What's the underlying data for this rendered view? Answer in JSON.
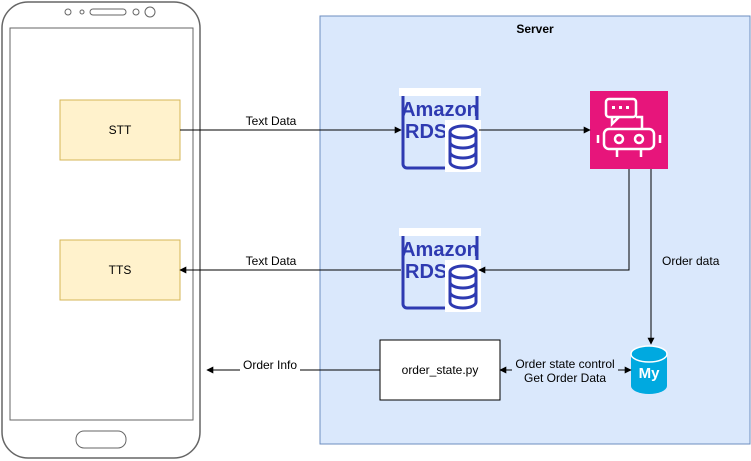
{
  "server": {
    "title": "Server"
  },
  "phone": {
    "stt_label": "STT",
    "tts_label": "TTS"
  },
  "rds_top": {
    "line1": "Amazon",
    "line2": "RDS"
  },
  "rds_bottom": {
    "line1": "Amazon",
    "line2": "RDS"
  },
  "order_state": {
    "label": "order_state.py"
  },
  "edges": {
    "stt_to_rds": "Text Data",
    "rds_to_tts": "Text Data",
    "order_data": "Order data",
    "order_info": "Order Info",
    "state_control_1": "Order state control",
    "state_control_2": "Get Order Data"
  },
  "icons": {
    "rds": "amazon-rds-icon",
    "lex": "chatbot-robot-icon",
    "mysql": "mysql-database-icon"
  },
  "colors": {
    "server_fill": "#dae8fc",
    "server_stroke": "#6c8ebf",
    "note_fill": "#fff2cc",
    "note_stroke": "#d6b656",
    "rds_blue": "#2e3ab1",
    "lex_pink": "#e7157b",
    "mysql_blue": "#00a9e0"
  }
}
